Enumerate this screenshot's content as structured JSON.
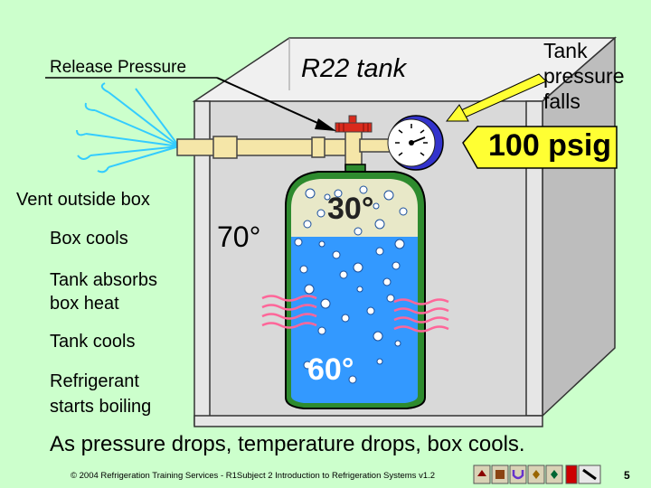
{
  "labels": {
    "release_pressure": "Release Pressure",
    "tank_title": "R22 tank",
    "tank_pressure_falls": [
      "Tank",
      "pressure",
      "falls"
    ],
    "gauge_reading": "100 psig",
    "vent_outside_box": "Vent outside box",
    "box_cools": "Box cools",
    "box_temp": "70°",
    "tank_absorbs": [
      "Tank absorbs",
      "box heat"
    ],
    "tank_cools": "Tank cools",
    "refrigerant_boiling": [
      "Refrigerant",
      "starts boiling"
    ],
    "vapor_temp": "30°",
    "liquid_temp": "60°",
    "caption": "As pressure drops, temperature drops, box cools."
  },
  "footer": {
    "copyright": "© 2004 Refrigeration Training Services - R1Subject 2 Introduction to Refrigeration Systems v1.2",
    "page_number": "5"
  },
  "nav_icons": [
    "home-icon",
    "back-icon",
    "return-icon",
    "previous-icon",
    "next-icon",
    "pen-icon"
  ],
  "colors": {
    "background": "#CCFFCC",
    "box_face": "#E6E6E6",
    "box_side": "#BDBDBD",
    "tank_body": "#2E8B2E",
    "liquid": "#3399FF",
    "vapor": "#E8E8C8",
    "pipe": "#F5E6A8",
    "valve": "#D92A1C",
    "gauge_body": "#3333CC",
    "arrow": "#FFFF33",
    "heat_waves": "#FF6699",
    "spray": "#33CCFF"
  }
}
